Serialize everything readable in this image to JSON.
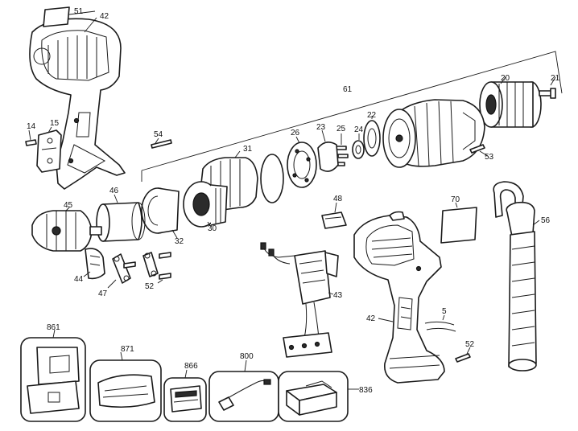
{
  "callouts": {
    "c51": "51",
    "c42a": "42",
    "c61": "61",
    "c20": "20",
    "c21": "21",
    "c14": "14",
    "c15": "15",
    "c54": "54",
    "c22": "22",
    "c26": "26",
    "c23": "23",
    "c25": "25",
    "c24": "24",
    "c53": "53",
    "c31": "31",
    "c46": "46",
    "c45": "45",
    "c30": "30",
    "c32": "32",
    "c48": "48",
    "c70": "70",
    "c56": "56",
    "c44": "44",
    "c47": "47",
    "c52a": "52",
    "c43": "43",
    "c42b": "42",
    "c5": "5",
    "c52b": "52",
    "c861": "861",
    "c871": "871",
    "c866": "866",
    "c800": "800",
    "c836": "836"
  }
}
